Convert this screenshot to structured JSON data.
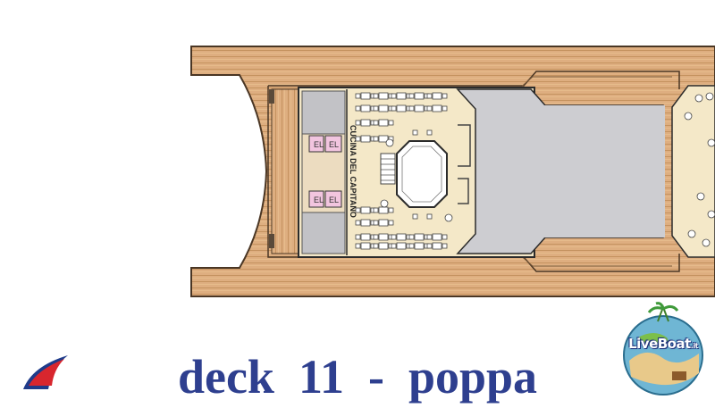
{
  "plan": {
    "caption": "deck  11  -  poppa",
    "galley_label": "CUCINA DEL CAPITANO",
    "elevator_label": "EL",
    "colors": {
      "deck_wood": "#deae80",
      "deck_wood_light": "#ebc69c",
      "hull_outline": "#4a3624",
      "interior_floor": "#f4e8c8",
      "open_deck": "#cdcdd1",
      "service_area": "#c2c2c6",
      "elevator": "#f2c5df",
      "caption_blue": "#2e3f8f"
    }
  },
  "logos": {
    "left_icon": "carnival-funnel-logo-icon",
    "right_icon": "liveboat-globe-logo-icon",
    "right_text": "LiveBoat",
    "right_suffix": ".it"
  }
}
